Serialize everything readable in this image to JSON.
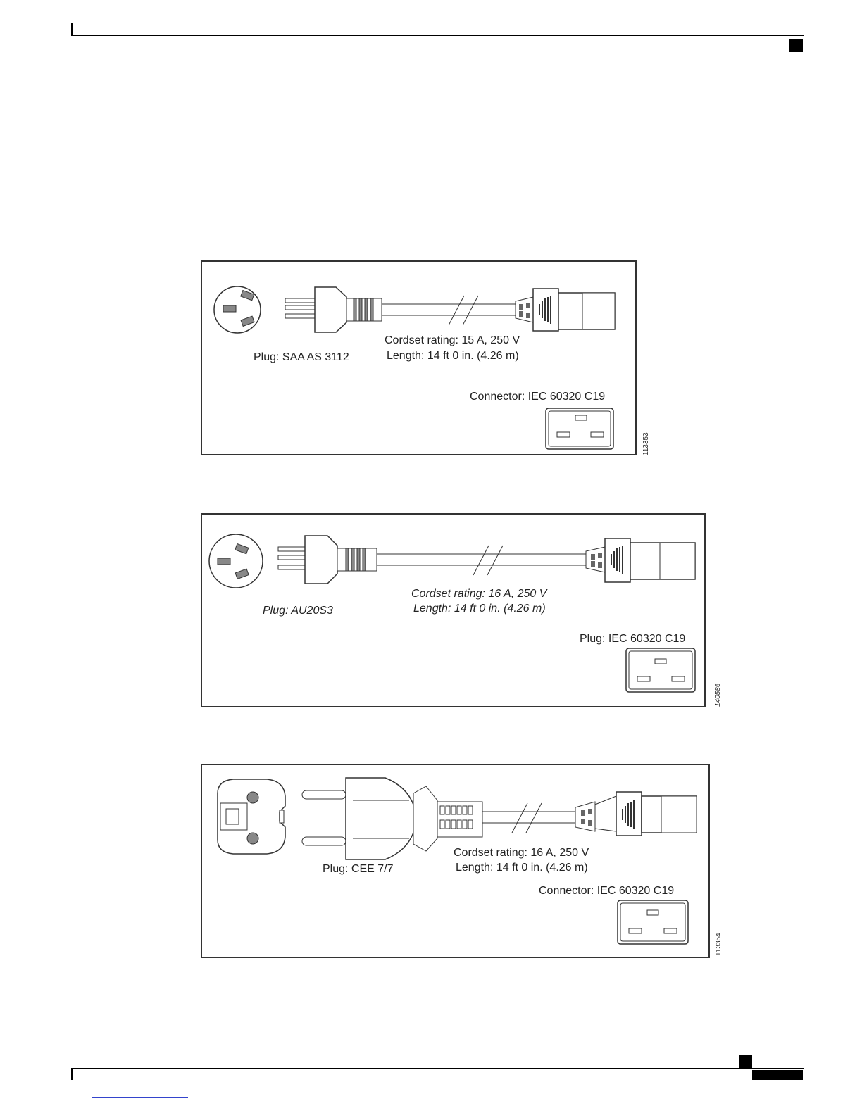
{
  "figures": [
    {
      "plug_label": "Plug: SAA AS 3112",
      "rating": "Cordset rating: 15 A, 250 V",
      "length": "Length: 14 ft 0 in. (4.26 m)",
      "connector_label": "Connector: IEC 60320 C19",
      "figure_id": "113353"
    },
    {
      "plug_label": "Plug: AU20S3",
      "rating": "Cordset rating: 16 A, 250 V",
      "length": "Length: 14 ft 0 in. (4.26 m)",
      "connector_label": "Plug: IEC 60320 C19",
      "figure_id": "140586"
    },
    {
      "plug_label": "Plug: CEE 7/7",
      "rating": "Cordset rating: 16 A, 250 V",
      "length": "Length: 14 ft 0 in. (4.26 m)",
      "connector_label": "Connector: IEC 60320 C19",
      "figure_id": "113354"
    }
  ]
}
